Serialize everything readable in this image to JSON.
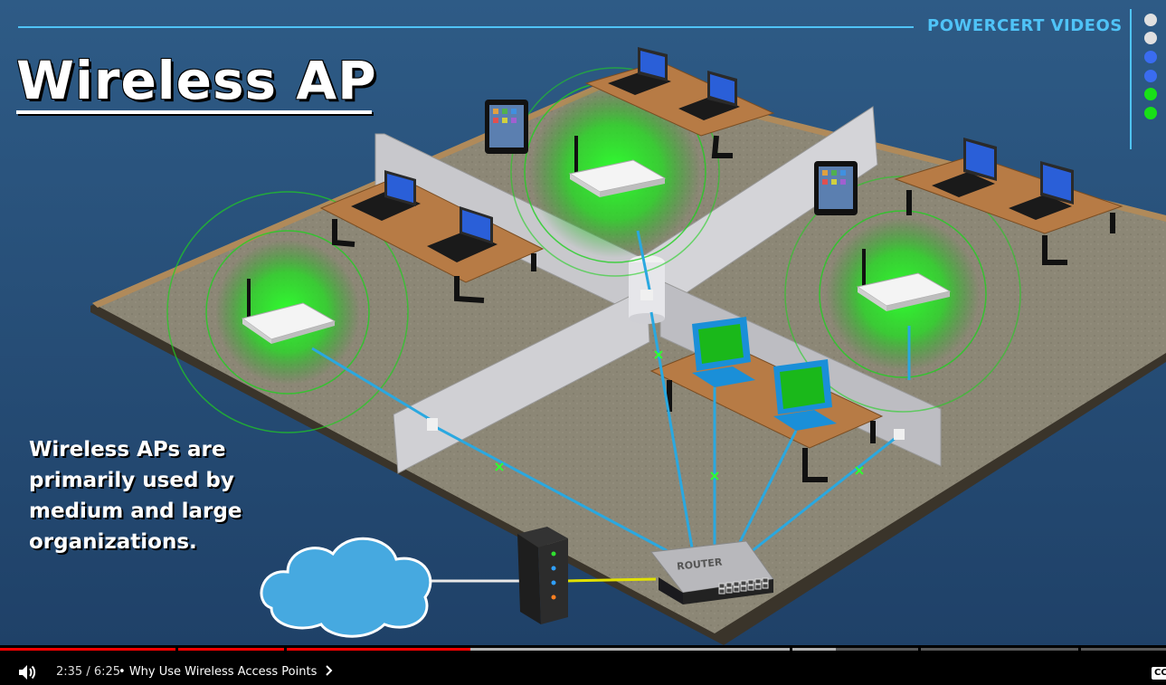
{
  "video": {
    "brand": "POWERCERT VIDEOS",
    "title": "Wireless AP",
    "caption": "Wireless APs are primarily used by medium and large organizations.",
    "router_label": "ROUTER"
  },
  "player": {
    "time_current": "2:35",
    "time_total": "6:25",
    "time_display": "2:35 / 6:25",
    "chapter_separator": "•",
    "chapter_title": "Why Use Wireless Access Points",
    "cc_label": "CC",
    "progress_fraction": 0.403
  },
  "colors": {
    "background": "#2b5680",
    "signal_green": "#18ff18",
    "cable_blue": "#2aa8e0",
    "brand_cyan": "#4fc3f7",
    "progress_red": "#ff0000"
  },
  "icons": [
    "volume-icon",
    "chevron-right-icon",
    "wireless-ap-icon",
    "laptop-icon",
    "tablet-icon",
    "desktop-monitor-icon",
    "router-icon",
    "modem-icon",
    "cloud-icon"
  ]
}
